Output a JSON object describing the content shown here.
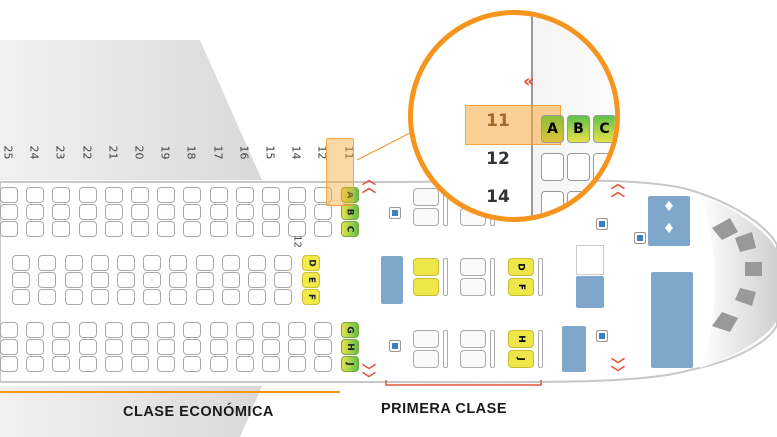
{
  "economy": {
    "label": "CLASE ECONÓMICA",
    "rows": [
      "25",
      "24",
      "23",
      "22",
      "21",
      "20",
      "19",
      "18",
      "17",
      "16",
      "15",
      "14",
      "12",
      "11"
    ],
    "groups": [
      {
        "name": "abc",
        "letters": [
          "A",
          "B",
          "C"
        ]
      },
      {
        "name": "def",
        "letters": [
          "D",
          "E",
          "F"
        ],
        "row_label": "12"
      },
      {
        "name": "ghj",
        "letters": [
          "G",
          "H",
          "J"
        ]
      }
    ],
    "highlighted_row": "11"
  },
  "first_class": {
    "label": "PRIMERA CLASE",
    "seat_letters": [
      "D",
      "F",
      "H",
      "J"
    ]
  },
  "magnifier": {
    "rows": [
      "11",
      "12",
      "14"
    ],
    "seats": [
      "A",
      "B",
      "C"
    ]
  },
  "colors": {
    "accent": "#f7941d",
    "chevron": "#e0533b",
    "available": "#f2ea4a",
    "selected": "#5fc24a",
    "galley": "#7fa7cb"
  }
}
